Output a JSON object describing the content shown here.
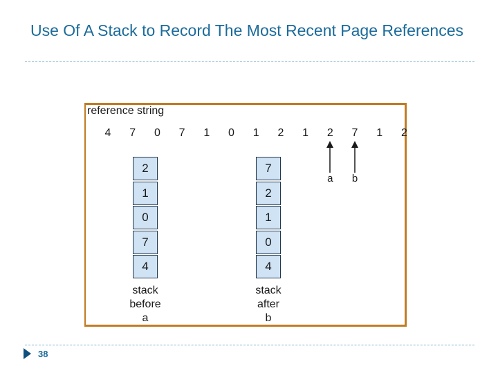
{
  "slide": {
    "title": "Use Of A Stack to Record The Most Recent Page References",
    "page_number": "38"
  },
  "diagram": {
    "reference_label": "reference string",
    "reference_string": [
      "4",
      "7",
      "0",
      "7",
      "1",
      "0",
      "1",
      "2",
      "1",
      "2",
      "7",
      "1",
      "2"
    ],
    "markers": [
      {
        "label": "a",
        "position_index": 9
      },
      {
        "label": "b",
        "position_index": 10
      }
    ],
    "stacks": [
      {
        "values_top_to_bottom": [
          "2",
          "1",
          "0",
          "7",
          "4"
        ],
        "caption": [
          "stack",
          "before",
          "a"
        ]
      },
      {
        "values_top_to_bottom": [
          "7",
          "2",
          "1",
          "0",
          "4"
        ],
        "caption": [
          "stack",
          "after",
          "b"
        ]
      }
    ]
  },
  "colors": {
    "title": "#1b6b9a",
    "figure_border": "#c27b22",
    "stack_fill": "#cfe3f4",
    "stack_border": "#23374d",
    "marker": "#0f4f7d"
  }
}
